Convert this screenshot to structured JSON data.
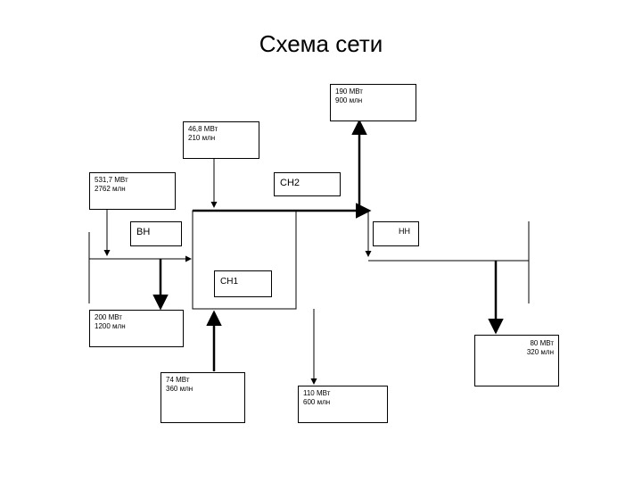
{
  "title": "Схема сети",
  "nodes": {
    "top_right": {
      "line1": "190 МВт",
      "line2": "900 млн"
    },
    "upper_mid": {
      "line1": "46,8 МВт",
      "line2": "210 млн"
    },
    "left": {
      "line1": "531,7 МВт",
      "line2": "2762 млн"
    },
    "sn2": {
      "label": "СН2"
    },
    "vn": {
      "label": "ВН"
    },
    "nn": {
      "label": "НН"
    },
    "sn1": {
      "label": "СН1"
    },
    "left_low": {
      "line1": "200 МВт",
      "line2": "1200 млн"
    },
    "right_low": {
      "line1": "80 МВт",
      "line2": "320 млн"
    },
    "bottom_left": {
      "line1": "74 МВт",
      "line2": "360 млн"
    },
    "bottom_mid": {
      "line1": "110 МВт",
      "line2": "600 млн"
    }
  }
}
